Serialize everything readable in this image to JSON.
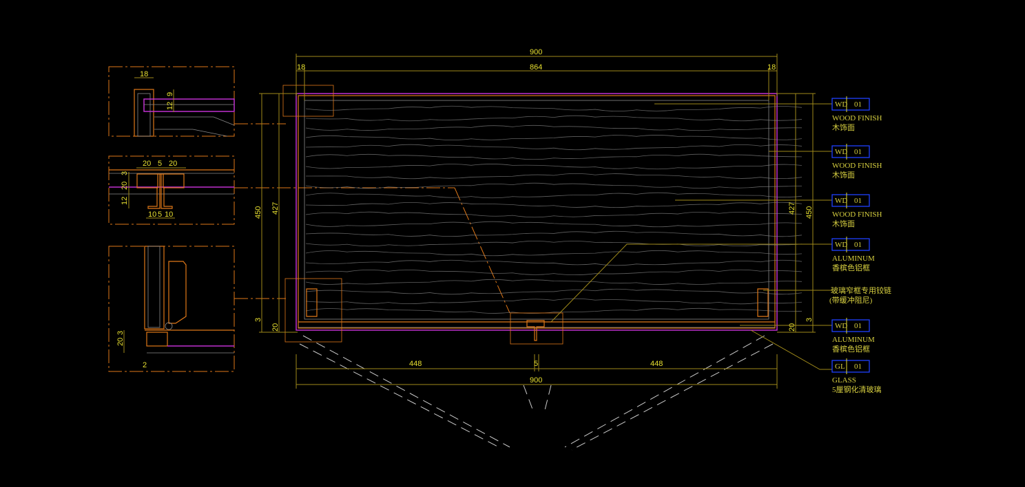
{
  "drawing": {
    "main_dimensions": {
      "top_overall": "900",
      "top_inner": "864",
      "top_left_frame": "18",
      "top_right_frame": "18",
      "left_overall": "450",
      "left_inner": "427",
      "left_gap": "3",
      "left_base": "20",
      "right_overall": "450",
      "right_inner": "427",
      "right_gap": "3",
      "right_base": "20",
      "bottom_left": "448",
      "bottom_mid": "5",
      "bottom_right": "448",
      "bottom_overall": "900"
    },
    "detail_1": {
      "frame": "18",
      "d1": "9",
      "d2": "12"
    },
    "detail_2": {
      "w1": "20",
      "w2": "5",
      "w3": "20",
      "h1": "3",
      "h2": "20",
      "h3": "12",
      "b1": "10",
      "b2": "5",
      "b3": "10"
    },
    "detail_3": {
      "h1": "3",
      "h2": "20",
      "b": "2"
    },
    "annotations": [
      {
        "code": "WD",
        "num": "01",
        "en": "WOOD FINISH",
        "zh": "木饰面"
      },
      {
        "code": "WD",
        "num": "01",
        "en": "WOOD FINISH",
        "zh": "木饰面"
      },
      {
        "code": "WD",
        "num": "01",
        "en": "WOOD FINISH",
        "zh": "木饰面"
      },
      {
        "code": "WD",
        "num": "01",
        "en": "ALUMINUM",
        "zh": "香槟色铝框"
      },
      {
        "en": "玻璃窄框专用铰链",
        "zh": "(带缓冲阻尼)"
      },
      {
        "code": "WD",
        "num": "01",
        "en": "ALUMINUM",
        "zh": "香槟色铝框"
      },
      {
        "code": "GL",
        "num": "01",
        "en": "GLASS",
        "zh": "5厘钢化清玻璃"
      }
    ],
    "colors": {
      "background": "#000000",
      "frame": "#e07818",
      "finish": "#c030d0",
      "dimension": "#e8e030",
      "tag": "#2040ff"
    }
  }
}
